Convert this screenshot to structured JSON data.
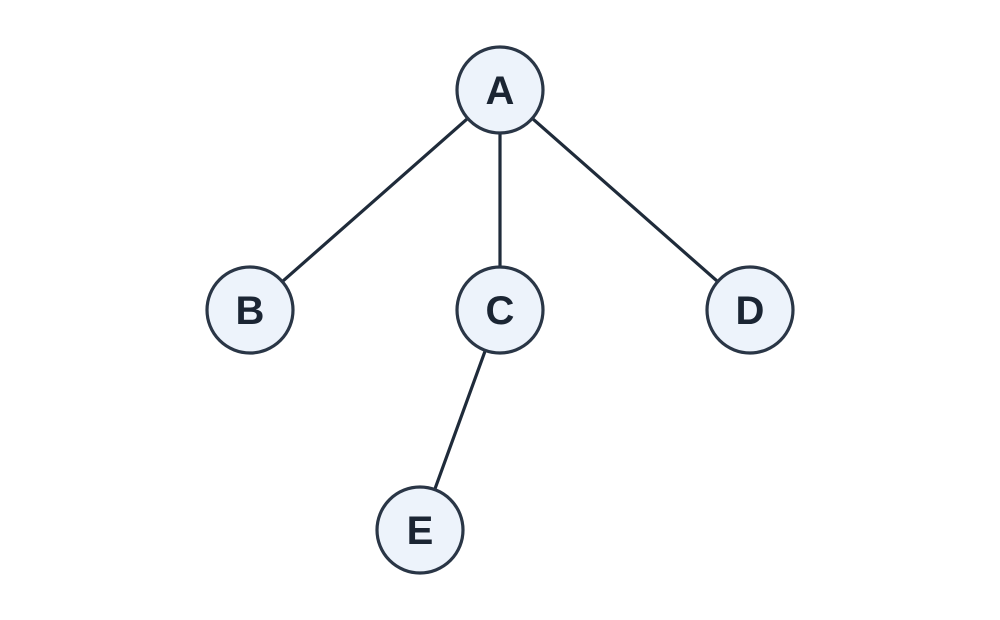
{
  "diagram": {
    "type": "tree",
    "colors": {
      "edge": "#1f2b3a",
      "node_fill": "#edf3fb",
      "node_stroke": "#2a3646",
      "label": "#1b2533",
      "background": "#ffffff"
    },
    "nodes": [
      {
        "id": "A",
        "label": "A"
      },
      {
        "id": "B",
        "label": "B"
      },
      {
        "id": "C",
        "label": "C"
      },
      {
        "id": "D",
        "label": "D"
      },
      {
        "id": "E",
        "label": "E"
      }
    ],
    "edges": [
      {
        "from": "A",
        "to": "B"
      },
      {
        "from": "A",
        "to": "C"
      },
      {
        "from": "A",
        "to": "D"
      },
      {
        "from": "C",
        "to": "E"
      }
    ]
  }
}
